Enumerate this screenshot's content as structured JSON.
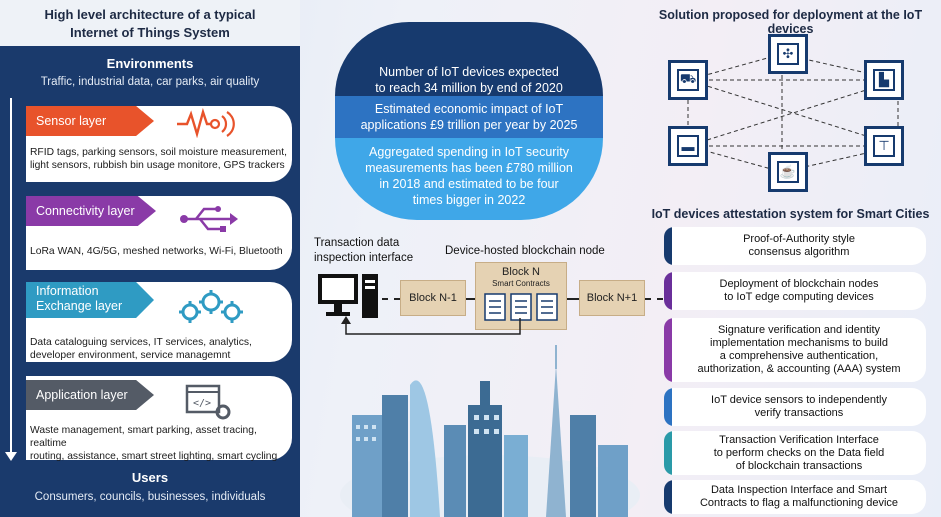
{
  "left": {
    "title_line1": "High level architecture of a typical",
    "title_line2": "Internet of Things System",
    "environments_title": "Environments",
    "environments_desc": "Traffic, industrial data, car parks, air quality",
    "layers": [
      {
        "name": "Sensor layer",
        "color": "#e8532b",
        "line1": "RFID tags, parking sensors, soil moisture measurement,",
        "line2": "light sensors, rubbish bin usage monitore, GPS trackers",
        "icon": "sensor-signal-icon"
      },
      {
        "name": "Connectivity layer",
        "color": "#8a3aa7",
        "line1": "LoRa WAN, 4G/5G, meshed networks, Wi-Fi, Bluetooth",
        "line2": "",
        "icon": "usb-icon"
      },
      {
        "name_line1": "Information",
        "name_line2": "Exchange layer",
        "color": "#2f9bc3",
        "line1": "Data cataloguing services, IT services, analytics,",
        "line2": "developer environment, service managemnt",
        "icon": "gears-icon"
      },
      {
        "name": "Application layer",
        "color": "#545b66",
        "line1": "Waste management, smart parking, asset tracing, realtime",
        "line2": "routing, assistance, smart street lighting, smart cycling",
        "icon": "app-code-icon"
      }
    ],
    "users_title": "Users",
    "users_desc": "Consumers, councils, businesses, individuals"
  },
  "center": {
    "stat1_line1": "Number of IoT devices expected",
    "stat1_line2": "to reach 34 million by end of 2020",
    "stat2_line1": "Estimated economic impact of IoT",
    "stat2_line2": "applications £9 trillion per year by 2025",
    "stat3_line1": "Aggregated spending in IoT security",
    "stat3_line2": "measurements has been £780 million",
    "stat3_line3": "in 2018 and estimated to be four",
    "stat3_line4": "times bigger in 2022",
    "tx_label_line1": "Transaction data",
    "tx_label_line2": "inspection interface",
    "node_label": "Device-hosted blockchain node",
    "block_prev": "Block N-1",
    "block_n": "Block N",
    "block_n_sub": "Smart Contracts",
    "block_next": "Block N+1",
    "colors": {
      "dark": "#173a6e",
      "mid": "#2d73c2",
      "light": "#3fa7e8"
    }
  },
  "right": {
    "solution_title": "Solution proposed for deployment at the IoT devices",
    "attest_title": "IoT devices attestation system for Smart Cities",
    "items": [
      {
        "line1": "Proof-of-Authority style",
        "line2": "consensus algorithm",
        "line3": "",
        "line4": "",
        "color": "#173a6e"
      },
      {
        "line1": "Deployment of blockchain nodes",
        "line2": "to IoT edge computing devices",
        "line3": "",
        "line4": "",
        "color": "#6a2f9a"
      },
      {
        "line1": "Signature verification and identity",
        "line2": "implementation mechanisms to build",
        "line3": "a comprehensive authentication,",
        "line4": "authorization, & accounting (AAA) system",
        "color": "#8a3aa7"
      },
      {
        "line1": "IoT device sensors to independently",
        "line2": "verify transactions",
        "line3": "",
        "line4": "",
        "color": "#2d73c2"
      },
      {
        "line1": "Transaction Verification Interface",
        "line2": "to perform  checks on the Data field",
        "line3": "of blockchain transactions",
        "line4": "",
        "color": "#2a9aa8"
      },
      {
        "line1": "Data Inspection Interface and Smart",
        "line2": "Contracts to flag a malfunctioning device",
        "line3": "",
        "line4": "",
        "color": "#173a6e"
      }
    ],
    "devices": [
      {
        "name": "windmill-icon",
        "glyph": "✣"
      },
      {
        "name": "factory-icon",
        "glyph": "▙"
      },
      {
        "name": "water-tap-icon",
        "glyph": "⊤"
      },
      {
        "name": "coffee-machine-icon",
        "glyph": "☕"
      },
      {
        "name": "car-icon",
        "glyph": "▬"
      },
      {
        "name": "shopping-cart-icon",
        "glyph": "⛟"
      }
    ]
  }
}
